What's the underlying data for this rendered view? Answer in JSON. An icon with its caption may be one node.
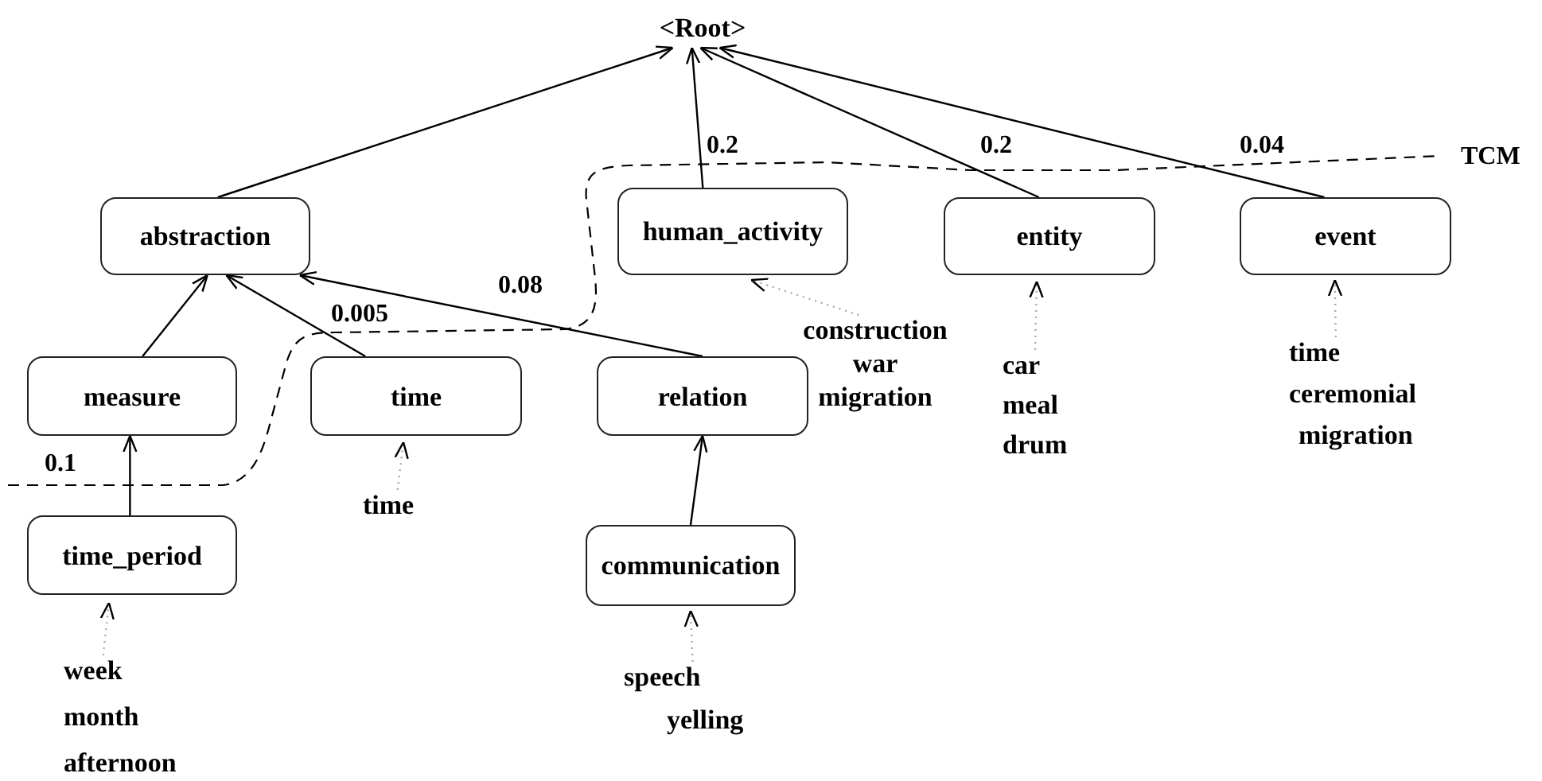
{
  "diagram": {
    "nodes": [
      {
        "text": [
          "<Root>"
        ]
      },
      {
        "text": [
          "abstraction"
        ]
      },
      {
        "text": [
          "human_activity"
        ]
      },
      {
        "text": [
          "entity"
        ]
      },
      {
        "text": [
          "event"
        ]
      },
      {
        "text": [
          "measure"
        ]
      },
      {
        "text": [
          "time"
        ]
      },
      {
        "text": [
          "relation"
        ]
      },
      {
        "text": [
          "time_period"
        ]
      },
      {
        "text": [
          "communication"
        ]
      },
      {
        "text": [
          "construction",
          "war",
          "migration"
        ]
      },
      {
        "text": [
          "car",
          "meal",
          "drum"
        ]
      },
      {
        "text": [
          "time",
          "ceremonial",
          "migration"
        ]
      },
      {
        "text": [
          "time"
        ]
      },
      {
        "text": [
          "week",
          "month",
          "afternoon"
        ]
      },
      {
        "text": [
          "speech",
          "yelling"
        ]
      }
    ],
    "edges": [
      {
        "from": 1,
        "to": 0,
        "arrow": "to"
      },
      {
        "from": 2,
        "to": 0,
        "arrow": "to",
        "label": "0.2"
      },
      {
        "from": 3,
        "to": 0,
        "arrow": "to",
        "label": "0.2"
      },
      {
        "from": 4,
        "to": 0,
        "arrow": "to",
        "label": "0.04"
      },
      {
        "from": 5,
        "to": 1,
        "arrow": "to"
      },
      {
        "from": 6,
        "to": 1,
        "arrow": "to",
        "label": "0.005"
      },
      {
        "from": 7,
        "to": 1,
        "arrow": "to",
        "label": "0.08"
      },
      {
        "from": 8,
        "to": 5,
        "arrow": "to",
        "label": "0.1"
      },
      {
        "from": 9,
        "to": 7,
        "arrow": "to"
      },
      {
        "from": 10,
        "to": 2,
        "arrow": "to",
        "style": "dashed",
        "color": "#aaaaaa"
      },
      {
        "from": 11,
        "to": 3,
        "arrow": "to",
        "style": "dashed",
        "color": "#aaaaaa"
      },
      {
        "from": 12,
        "to": 4,
        "arrow": "to",
        "style": "dashed",
        "color": "#aaaaaa"
      },
      {
        "from": 13,
        "to": 6,
        "arrow": "to",
        "style": "dashed",
        "color": "#aaaaaa"
      },
      {
        "from": 14,
        "to": 8,
        "arrow": "to",
        "style": "dashed",
        "color": "#aaaaaa"
      },
      {
        "from": 15,
        "to": 9,
        "arrow": "to",
        "style": "dashed",
        "color": "#aaaaaa"
      }
    ],
    "labels": [
      "TCM"
    ]
  }
}
